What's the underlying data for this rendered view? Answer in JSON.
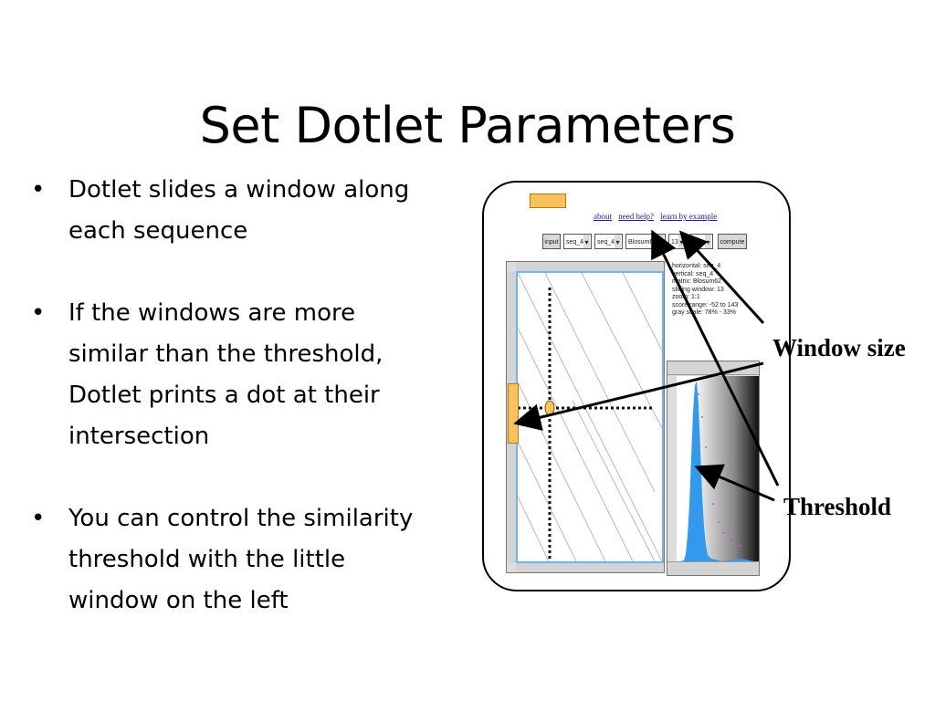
{
  "slide": {
    "title": "Set Dotlet Parameters",
    "bullets": [
      "Dotlet slides a window along each sequence",
      "If the windows are more similar than the threshold, Dotlet prints a dot at their intersection",
      "You can control the similarity threshold with the little window on the left"
    ]
  },
  "figure": {
    "links": [
      "about",
      "need help?",
      "learn by example"
    ],
    "toolbar": {
      "input_button": "input",
      "seq_horizontal": "seq_4",
      "seq_vertical": "seq_4",
      "matrix": "Blosum62",
      "window_size": "13",
      "zoom": "1:1",
      "compute_button": "compute"
    },
    "info_lines": [
      "horizontal: seq_4",
      "vertical: seq_4",
      "matrix: Blosum62",
      "sliding window: 13",
      "zoom: 1:1",
      "score range: -52 to 143",
      "gray scale: 78% - 33%"
    ]
  },
  "callouts": {
    "window_size": "Window size",
    "threshold": "Threshold"
  },
  "colors": {
    "slider": "#f9c15a",
    "histogram": "#3399ee",
    "plot_border": "#6fb3ff",
    "link": "#1a1aa6"
  }
}
